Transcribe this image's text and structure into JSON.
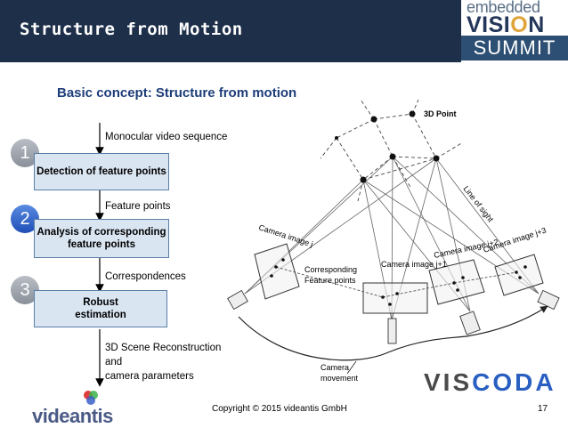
{
  "header": {
    "title": "Structure from Motion",
    "logo_line1": "embedded",
    "logo_line2_a": "VISI",
    "logo_line2_b": "O",
    "logo_line2_c": "N",
    "logo_line3": "SUMMIT"
  },
  "content": {
    "title": "Basic concept: Structure from motion",
    "flow": {
      "input_label": "Monocular video sequence",
      "step1": {
        "number": "1",
        "text": "Detection of feature points"
      },
      "label1": "Feature points",
      "step2": {
        "number": "2",
        "text": "Analysis of corresponding feature points"
      },
      "label2": "Correspondences",
      "step3": {
        "number": "3",
        "text": "Robust estimation"
      },
      "output_line1": "3D Scene Reconstruction",
      "output_line2": "and",
      "output_line3": "camera parameters"
    },
    "diagram": {
      "point_label": "3D Point",
      "line_of_sight": "Line of sight",
      "cam_j": "Camera image j",
      "cam_j1": "Camera image j+1",
      "cam_j2": "Camera image j+2",
      "cam_j3": "Camera image j+3",
      "corr_label1": "Corresponding",
      "corr_label2": "Feature points",
      "move_label1": "Camera",
      "move_label2": "movement"
    }
  },
  "footer": {
    "copyright": "Copyright © 2015 videantis GmbH",
    "page": "17",
    "company_logo": "videantis",
    "partner_logo_a": "VIS",
    "partner_logo_b": "CODA"
  }
}
